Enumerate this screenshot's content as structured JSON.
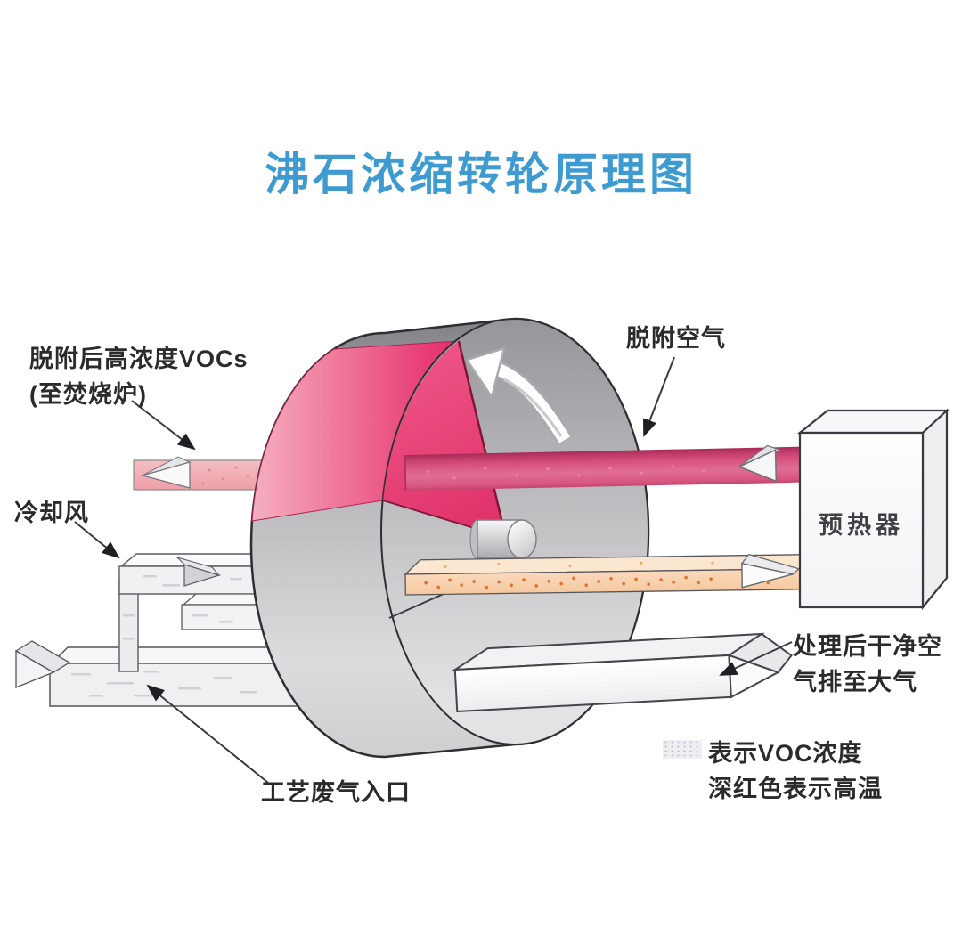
{
  "title": "沸石浓缩转轮原理图",
  "labels": {
    "desorbed_vocs_line1": "脱附后高浓度VOCs",
    "desorbed_vocs_line2": "(至焚烧炉)",
    "desorption_air": "脱附空气",
    "cooling_air": "冷却风",
    "process_waste_inlet": "工艺废气入口",
    "preheater": "预热器",
    "clean_air_line1": "处理后干净空",
    "clean_air_line2": "气排至大气",
    "legend_voc": "表示VOC浓度",
    "legend_temp": "深红色表示高温"
  },
  "colors": {
    "title_blue": "#3D9BD1",
    "hot_zone_pink": "#E73C74",
    "desorption_pipe_pink": "#D6507D",
    "vocs_outlet_pink": "#F0ACB1",
    "cooling_outlet_orange": "#F8D3B2",
    "wheel_gray": "#C2C2C5",
    "label_text": "#2B2B2B"
  }
}
